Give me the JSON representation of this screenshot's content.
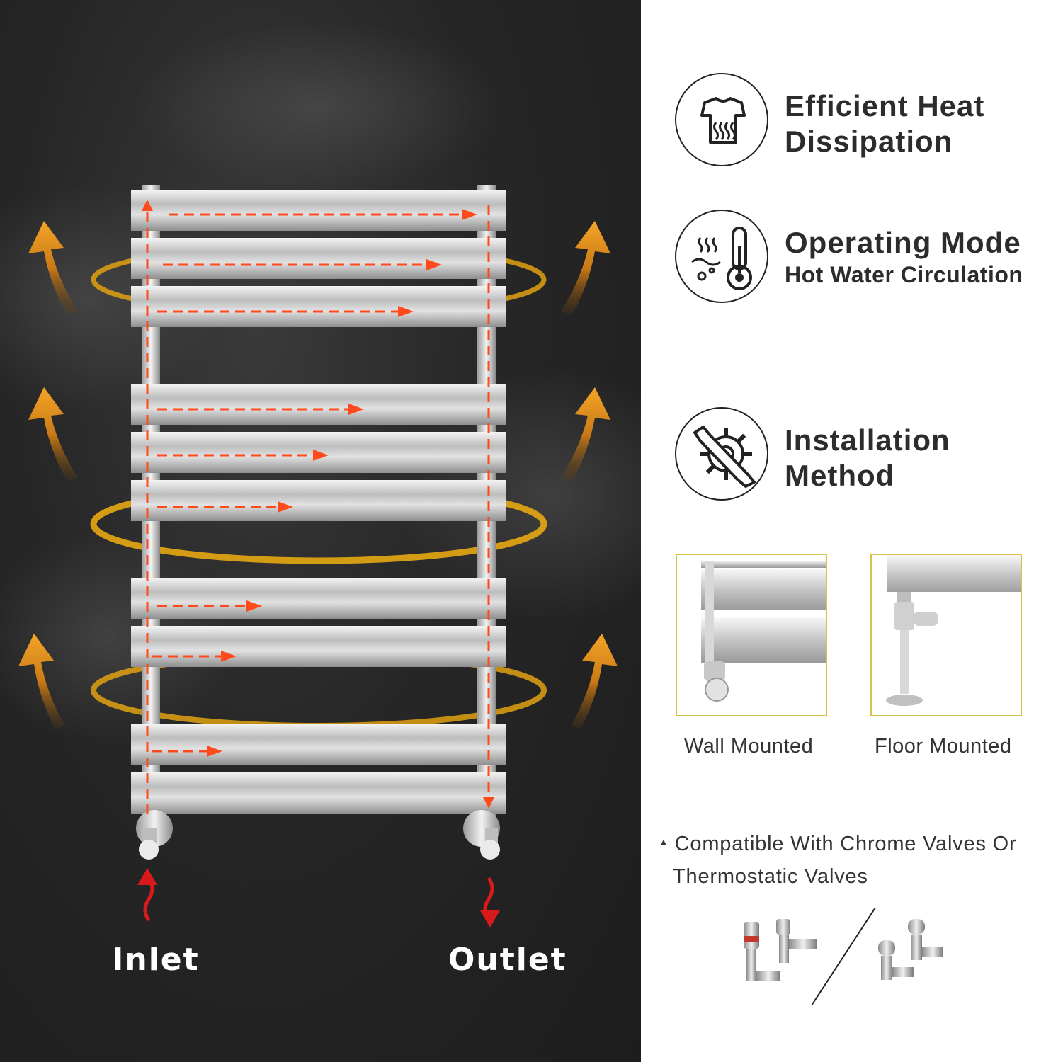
{
  "left": {
    "inlet_label": "Inlet",
    "outlet_label": "Outlet"
  },
  "features": [
    {
      "icon": "towel-heat-icon",
      "title_line1": "Efficient Heat",
      "title_line2": "Dissipation"
    },
    {
      "icon": "thermometer-water-icon",
      "title": "Operating Mode",
      "subtitle": "Hot Water Circulation"
    },
    {
      "icon": "wrench-gear-icon",
      "title_line1": "Installation",
      "title_line2": "Method"
    }
  ],
  "mounting": {
    "wall_label": "Wall Mounted",
    "floor_label": "Floor Mounted"
  },
  "compatibility": {
    "line1": "Compatible With Chrome Valves Or",
    "line2": "Thermostatic Valves"
  },
  "colors": {
    "flow_arrow": "#ff4a1c",
    "heat_arrow": "#f0a020",
    "box_border": "#d8c24a",
    "text_dark": "#2c2c2c"
  }
}
